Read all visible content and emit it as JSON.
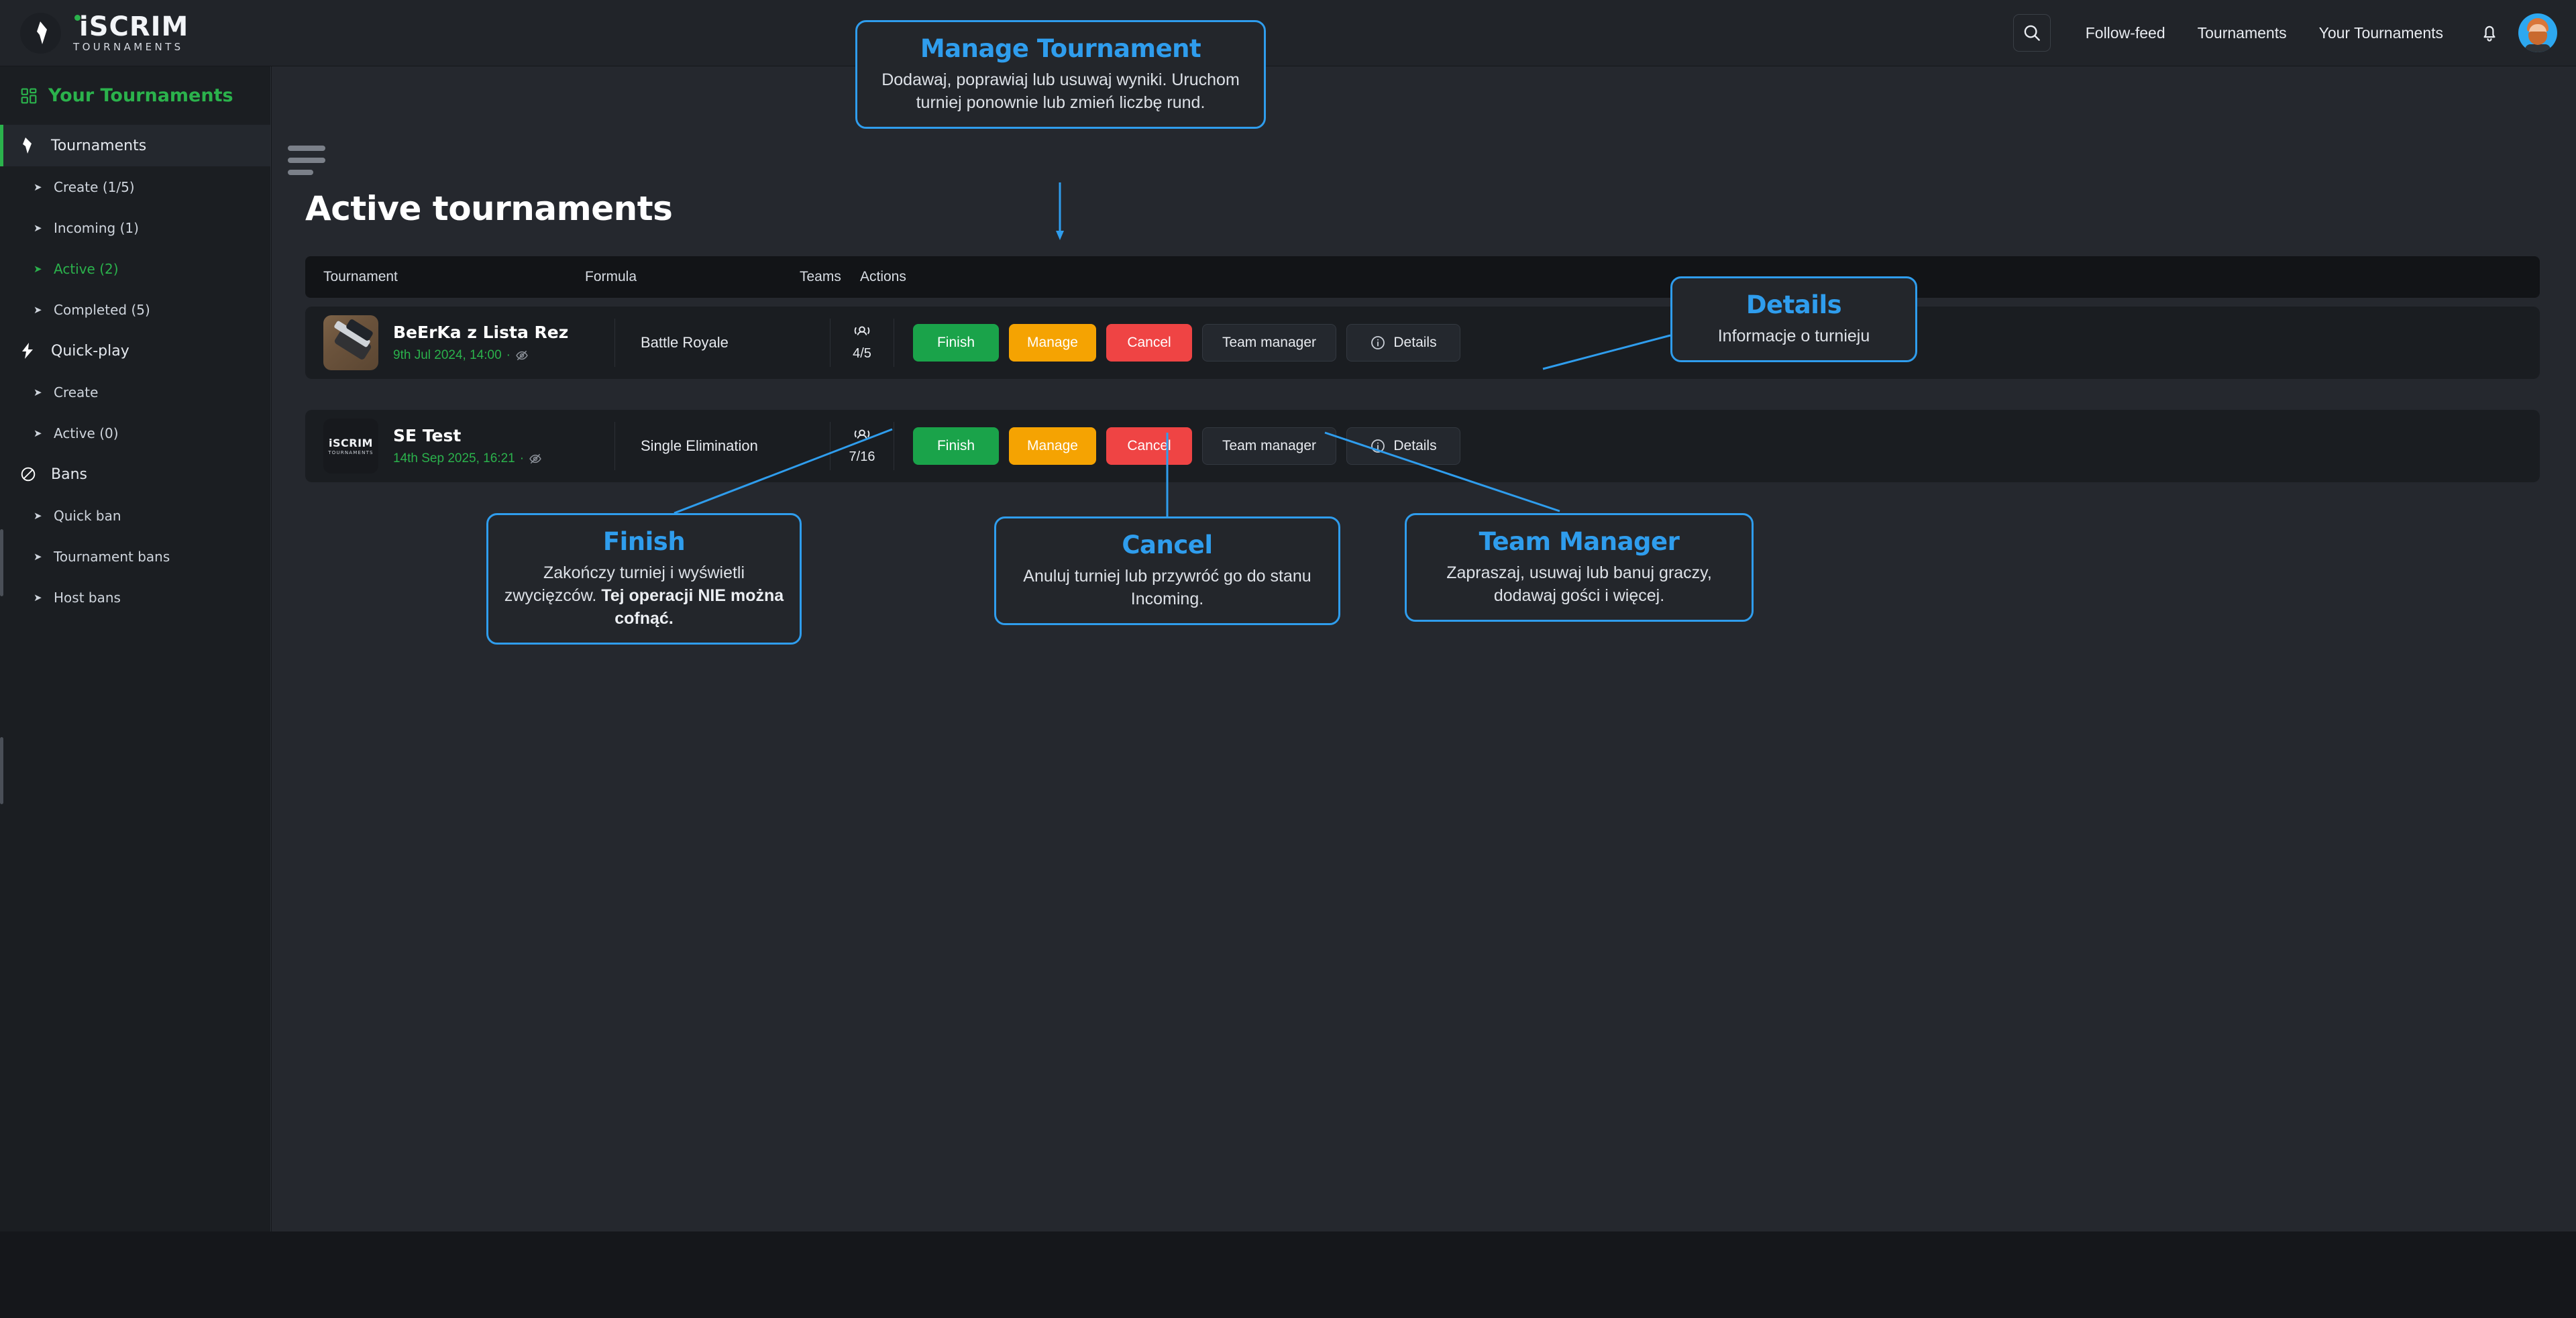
{
  "brand": {
    "name": "iSCRIM",
    "subtitle": "TOURNAMENTS",
    "logo_icon": "flag-shard-icon"
  },
  "topnav": {
    "search_icon": "search-icon",
    "links": [
      {
        "label": "Follow-feed"
      },
      {
        "label": "Tournaments"
      },
      {
        "label": "Your Tournaments"
      }
    ],
    "bell_icon": "notification-bell-icon",
    "avatar_icon": "user-avatar"
  },
  "sidebar": {
    "title": "Your Tournaments",
    "title_icon": "grid-dashboard-icon",
    "groups": [
      {
        "label": "Tournaments",
        "icon": "flag-icon",
        "active": true,
        "items": [
          {
            "label": "Create (1/5)",
            "active": false
          },
          {
            "label": "Incoming (1)",
            "active": false
          },
          {
            "label": "Active (2)",
            "active": true
          },
          {
            "label": "Completed (5)",
            "active": false
          }
        ]
      },
      {
        "label": "Quick-play",
        "icon": "lightning-bolt-icon",
        "active": false,
        "items": [
          {
            "label": "Create",
            "active": false
          },
          {
            "label": "Active (0)",
            "active": false
          }
        ]
      },
      {
        "label": "Bans",
        "icon": "ban-circle-icon",
        "active": false,
        "items": [
          {
            "label": "Quick ban",
            "active": false
          },
          {
            "label": "Tournament bans",
            "active": false
          },
          {
            "label": "Host bans",
            "active": false
          }
        ]
      }
    ]
  },
  "main": {
    "menu_icon": "hamburger-menu-icon",
    "page_title": "Active tournaments",
    "columns": {
      "tournament": "Tournament",
      "formula": "Formula",
      "teams": "Teams",
      "actions": "Actions"
    },
    "rows": [
      {
        "name": "BeErKa z Lista Rez",
        "date": "9th Jul 2024, 14:00",
        "separator": "·",
        "visibility_icon": "eye-off-icon",
        "thumbnail": "knife-photo-thumbnail",
        "formula": "Battle Royale",
        "teams_icon": "users-group-icon",
        "teams": "4/5",
        "actions": {
          "finish": "Finish",
          "manage": "Manage",
          "cancel": "Cancel",
          "team_manager": "Team manager",
          "details": "Details",
          "details_icon": "info-circle-icon"
        }
      },
      {
        "name": "SE Test",
        "date": "14th Sep 2025, 16:21",
        "separator": "·",
        "visibility_icon": "eye-off-icon",
        "thumbnail": "iscrim-logo-thumbnail",
        "thumbnail_line1": "iSCRIM",
        "thumbnail_line2": "TOURNAMENTS",
        "formula": "Single Elimination",
        "teams_icon": "users-group-icon",
        "teams": "7/16",
        "actions": {
          "finish": "Finish",
          "manage": "Manage",
          "cancel": "Cancel",
          "team_manager": "Team manager",
          "details": "Details",
          "details_icon": "info-circle-icon"
        }
      }
    ]
  },
  "callouts": {
    "manage": {
      "title": "Manage Tournament",
      "body": "Dodawaj, poprawiaj lub usuwaj wyniki. Uruchom turniej ponownie lub zmień liczbę rund."
    },
    "details": {
      "title": "Details",
      "body": "Informacje o turnieju"
    },
    "finish": {
      "title": "Finish",
      "body_plain": "Zakończy turniej i wyświetli zwycięzców. ",
      "body_bold": "Tej operacji NIE można cofnąć."
    },
    "cancel": {
      "title": "Cancel",
      "body": "Anuluj turniej lub przywróć go do stanu Incoming."
    },
    "team_manager": {
      "title": "Team Manager",
      "body": "Zapraszaj, usuwaj lub banuj graczy, dodawaj gości i więcej."
    }
  },
  "colors": {
    "brand_green": "#2bb24c",
    "callout_blue": "#2f9ded",
    "finish_green": "#1aa34a",
    "manage_orange": "#f5a302",
    "cancel_red": "#ef4444",
    "page_bg": "#25282e",
    "sidebar_bg": "#1b1e22",
    "topbar_bg": "#212429"
  }
}
